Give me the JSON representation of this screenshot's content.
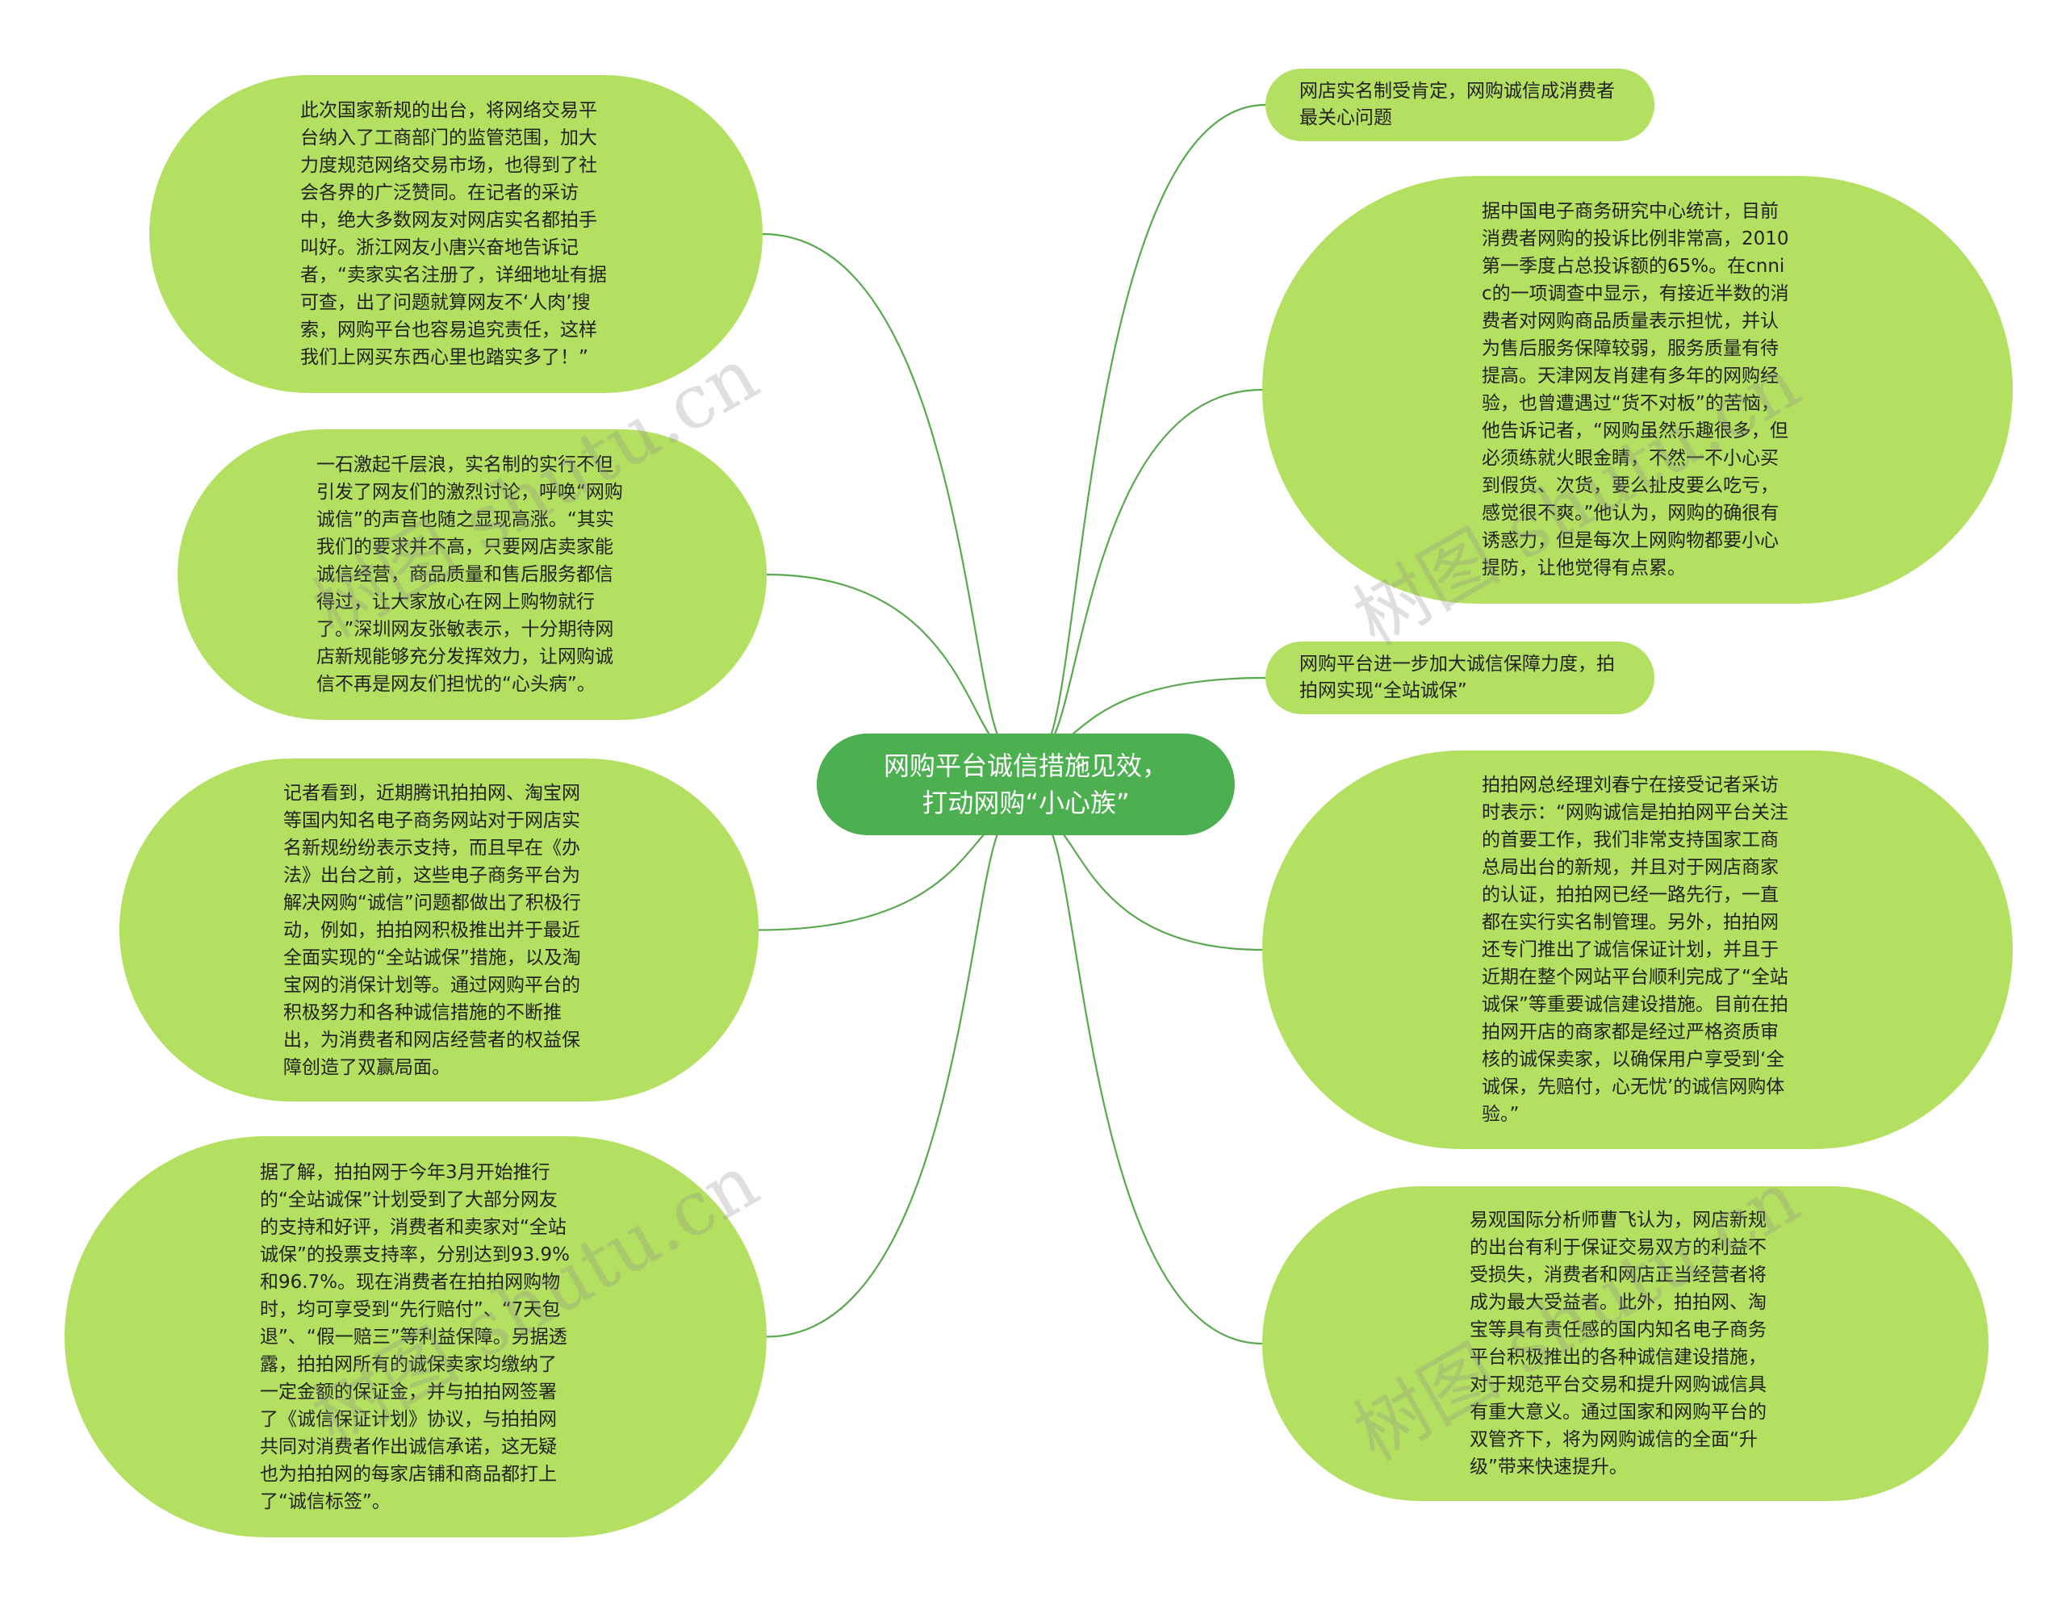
{
  "center": {
    "label": "网购平台诚信措施见效，\n打动网购“小心族”"
  },
  "left_nodes": [
    {
      "text": "此次国家新规的出台，将网络交易平台纳入了工商部门的监管范围，加大力度规范网络交易市场，也得到了社会各界的广泛赞同。在记者的采访中，绝大多数网友对网店实名都拍手叫好。浙江网友小唐兴奋地告诉记者，“卖家实名注册了，详细地址有据可查，出了问题就算网友不‘人肉’搜索，网购平台也容易追究责任，这样我们上网买东西心里也踏实多了！”"
    },
    {
      "text": "一石激起千层浪，实名制的实行不但引发了网友们的激烈讨论，呼唤“网购诚信”的声音也随之显现高涨。“其实我们的要求并不高，只要网店卖家能诚信经营，商品质量和售后服务都信得过，让大家放心在网上购物就行了。”深圳网友张敏表示，十分期待网店新规能够充分发挥效力，让网购诚信不再是网友们担忧的“心头病”。"
    },
    {
      "text": "记者看到，近期腾讯拍拍网、淘宝网等国内知名电子商务网站对于网店实名新规纷纷表示支持，而且早在《办法》出台之前，这些电子商务平台为解决网购“诚信”问题都做出了积极行动，例如，拍拍网积极推出并于最近全面实现的“全站诚保”措施，以及淘宝网的消保计划等。通过网购平台的积极努力和各种诚信措施的不断推出，为消费者和网店经营者的权益保障创造了双赢局面。"
    },
    {
      "text": "据了解，拍拍网于今年3月开始推行的“全站诚保”计划受到了大部分网友的支持和好评，消费者和卖家对“全站诚保”的投票支持率，分别达到93.9%和96.7%。现在消费者在拍拍网购物时，均可享受到“先行赔付”、“7天包退”、“假一赔三”等利益保障。另据透露，拍拍网所有的诚保卖家均缴纳了一定金额的保证金，并与拍拍网签署了《诚信保证计划》协议，与拍拍网共同对消费者作出诚信承诺，这无疑也为拍拍网的每家店铺和商品都打上了“诚信标签”。"
    }
  ],
  "right_nodes": [
    {
      "text": "网店实名制受肯定，网购诚信成消费者最关心问题"
    },
    {
      "text": "据中国电子商务研究中心统计，目前消费者网购的投诉比例非常高，2010第一季度占总投诉额的65%。在cnnic的一项调查中显示，有接近半数的消费者对网购商品质量表示担忧，并认为售后服务保障较弱，服务质量有待提高。天津网友肖建有多年的网购经验，也曾遭遇过“货不对板”的苦恼，他告诉记者，“网购虽然乐趣很多，但必须练就火眼金睛，不然一不小心买到假货、次货，要么扯皮要么吃亏，感觉很不爽。”他认为，网购的确很有诱惑力，但是每次上网购物都要小心提防，让他觉得有点累。"
    },
    {
      "text": "网购平台进一步加大诚信保障力度，拍拍网实现“全站诚保”"
    },
    {
      "text": "拍拍网总经理刘春宁在接受记者采访时表示：“网购诚信是拍拍网平台关注的首要工作，我们非常支持国家工商总局出台的新规，并且对于网店商家的认证，拍拍网已经一路先行，一直都在实行实名制管理。另外，拍拍网还专门推出了诚信保证计划，并且于近期在整个网站平台顺利完成了“全站诚保”等重要诚信建设措施。目前在拍拍网开店的商家都是经过严格资质审核的诚保卖家，以确保用户享受到‘全诚保，先赔付，心无忧’的诚信网购体验。”"
    },
    {
      "text": "易观国际分析师曹飞认为，网店新规的出台有利于保证交易双方的利益不受损失，消费者和网店正当经营者将成为最大受益者。此外，拍拍网、淘宝等具有责任感的国内知名电子商务平台积极推出的各种诚信建设措施，对于规范平台交易和提升网购诚信具有重大意义。通过国家和网购平台的双管齐下，将为网购诚信的全面“升级”带来快速提升。"
    }
  ],
  "watermark": "树图 shutu.cn",
  "colors": {
    "branch_fill": "#b4e061",
    "center_fill": "#4caf50",
    "edge": "#5aa84f"
  }
}
